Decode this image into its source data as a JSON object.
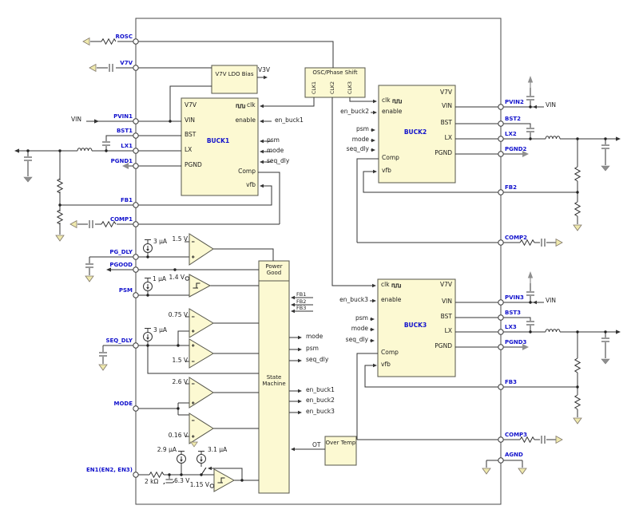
{
  "ic": {
    "pins_left": {
      "rosc": "ROSC",
      "v7v": "V7V",
      "pvin1": "PVIN1",
      "bst1": "BST1",
      "lx1": "LX1",
      "pgnd1": "PGND1",
      "fb1": "FB1",
      "comp1": "COMP1",
      "pg_dly": "PG_DLY",
      "pgood": "PGOOD",
      "psm": "PSM",
      "seq_dly": "SEQ_DLY",
      "mode": "MODE",
      "en1": "EN1(EN2, EN3)"
    },
    "pins_right": {
      "pvin2": "PVIN2",
      "bst2": "BST2",
      "lx2": "LX2",
      "pgnd2": "PGND2",
      "fb2": "FB2",
      "comp2": "COMP2",
      "pvin3": "PVIN3",
      "bst3": "BST3",
      "lx3": "LX3",
      "pgnd3": "PGND3",
      "fb3": "FB3",
      "comp3": "COMP3",
      "agnd": "AGND"
    }
  },
  "blocks": {
    "ldo": {
      "name": "V7V LDO Bias",
      "output": "V3V"
    },
    "osc": {
      "name": "OSC/Phase Shift",
      "clk1": "CLK1",
      "clk2": "CLK2",
      "clk3": "CLK3"
    },
    "buck1": {
      "name": "BUCK1"
    },
    "buck2": {
      "name": "BUCK2"
    },
    "buck3": {
      "name": "BUCK3"
    },
    "buck_pins": {
      "v7v": "V7V",
      "vin": "VIN",
      "bst": "BST",
      "lx": "LX",
      "pgnd": "PGND",
      "clk": "clk",
      "enable": "enable",
      "comp": "Comp",
      "vfb": "vfb"
    },
    "power_good": {
      "name": "Power Good"
    },
    "state_machine": {
      "name": "State Machine",
      "inputs": {
        "fb1": "FB1",
        "fb2": "FB2",
        "fb3": "FB3",
        "ot": "OT"
      }
    },
    "over_temp": {
      "name": "Over Temp"
    }
  },
  "nets": {
    "vin": "VIN",
    "psm": "psm",
    "mode": "mode",
    "seq_dly": "seq_dly",
    "en_buck1": "en_buck1",
    "en_buck2": "en_buck2",
    "en_buck3": "en_buck3"
  },
  "references": {
    "pg_threshold": "1.5 V",
    "psm_threshold": "1.4 V",
    "seq_low": "0.75 V",
    "seq_high": "1.5 V",
    "mode_high": "2.6 V",
    "mode_low": "0.16 V",
    "en_threshold": "1.15 V",
    "en_clamp": "6.3 V"
  },
  "currents": {
    "pg_dly": "3 µA",
    "psm": "1 µA",
    "seq_dly": "3 µA",
    "en_source": "2.9 µA",
    "en_hys": "3.1 µA"
  },
  "components": {
    "en_resistor": "2 kΩ"
  },
  "colors": {
    "pin_label": "#1111cc",
    "block_fill": "#fcf9d2",
    "block_border": "#55554a",
    "wire": "#333333",
    "ground_gray": "#8f8f8f",
    "terminal_fill": "#efe9ad"
  }
}
